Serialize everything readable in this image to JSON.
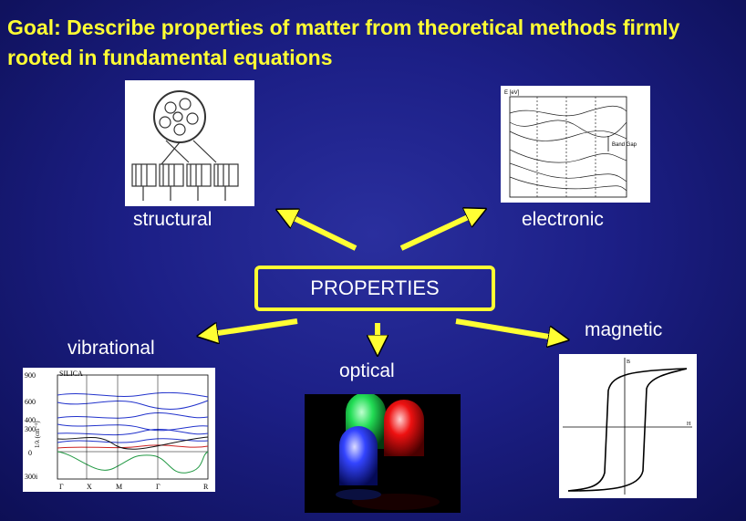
{
  "title": "Goal: Describe properties of matter from theoretical methods firmly rooted in fundamental equations",
  "center_box": "PROPERTIES",
  "colors": {
    "arrow": "#ffff33",
    "text": "#ffffff",
    "title": "#ffff33"
  },
  "properties": {
    "structural": "structural",
    "electronic": "electronic",
    "vibrational": "vibrational",
    "optical": "optical",
    "magnetic": "magnetic"
  },
  "band_plot": {
    "axis_label": "E [eV]",
    "annotation": "Band Gap"
  },
  "phonon_plot": {
    "header": "SILICA",
    "ylabel": "1/λ (cm⁻¹)",
    "yticks": [
      "900",
      "600",
      "400",
      "300",
      "0",
      "300i"
    ],
    "xticks": [
      "Γ",
      "X",
      "M",
      "Γ",
      "R"
    ]
  },
  "hysteresis_plot": {
    "y_axis": "B",
    "x_axis": "H"
  }
}
